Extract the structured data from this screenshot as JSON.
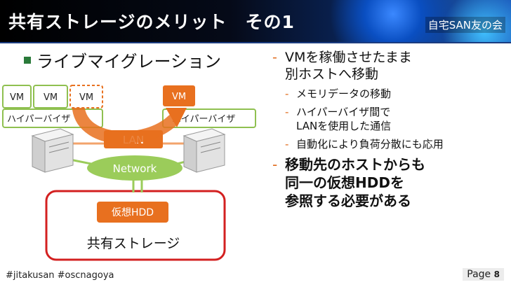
{
  "header": {
    "title": "共有ストレージのメリット　その1",
    "org": "自宅SAN友の会"
  },
  "main_bullet": "ライブマイグレーション",
  "diagram": {
    "vm_label": "VM",
    "hypervisor_left": "ハイパーバイザ",
    "hypervisor_right": "ハイパーバイザ",
    "lan": "LAN",
    "network": "Network",
    "hdd": "仮想HDD",
    "storage": "共有ストレージ"
  },
  "right": {
    "b1": "VMを稼働させたまま\n別ホストへ移動",
    "b1_line1": "VMを稼働させたまま",
    "b1_line2": "別ホストへ移動",
    "sub1": "メモリデータの移動",
    "sub2_line1": "ハイパーバイザ間で",
    "sub2_line2": "LANを使用した通信",
    "sub3": "自動化により負荷分散にも応用",
    "b2_line1": "移動先のホストからも",
    "b2_line2": "同一の仮想HDDを",
    "b2_line3": "参照する必要がある",
    "dash": "-"
  },
  "footer": {
    "hashtags": "#jitakusan #oscnagoya",
    "page_label": "Page",
    "page_num": "8"
  },
  "colors": {
    "accent_orange": "#e8701f",
    "network_green": "#9bcc5a",
    "storage_red": "#d32020",
    "vm_green": "#8fc050"
  }
}
